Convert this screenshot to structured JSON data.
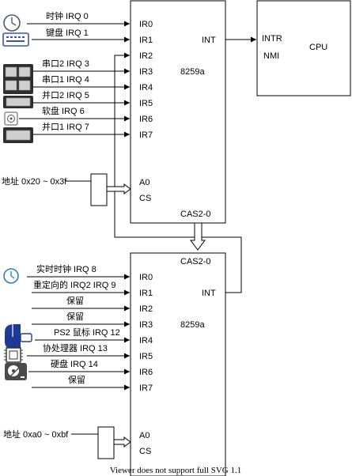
{
  "master": {
    "pins_left": [
      "IR0",
      "IR1",
      "IR2",
      "IR3",
      "IR4",
      "IR5",
      "IR6",
      "IR7"
    ],
    "chip": "8259a",
    "int": "INT",
    "a0": "A0",
    "cs": "CS",
    "cas": "CAS2-0",
    "address": "地址 0x20 ~ 0x3f",
    "irq_labels": [
      "时钟 IRQ 0",
      "键盘 IRQ 1",
      "串口2  IRQ 3",
      "串口1  IRQ 4",
      "并口2  IRQ 5",
      "软盘   IRQ 6",
      "并口1  IRQ 7"
    ]
  },
  "slave": {
    "pins_left": [
      "IR0",
      "IR1",
      "IR2",
      "IR3",
      "IR4",
      "IR5",
      "IR6",
      "IR7"
    ],
    "chip": "8259a",
    "int": "INT",
    "a0": "A0",
    "cs": "CS",
    "cas": "CAS2-0",
    "address": "地址 0xa0 ~ 0xbf",
    "irq_labels": [
      "实时时钟 IRQ 8",
      "重定向的 IRQ2 IRQ 9",
      "保留",
      "保留",
      "PS2 鼠标 IRQ 12",
      "协处理器  IRQ 13",
      "硬盘 IRQ 14",
      "保留"
    ]
  },
  "cpu": {
    "label": "CPU",
    "intr": "INTR",
    "nmi": "NMI"
  },
  "footer": "Viewer does not support full SVG 1.1",
  "icons": [
    "clock-icon",
    "keyboard-icon",
    "serial-port-icon",
    "parallel-port-icon",
    "floppy-disk-icon",
    "mouse-icon",
    "coprocessor-chip-icon",
    "hard-disk-icon"
  ]
}
